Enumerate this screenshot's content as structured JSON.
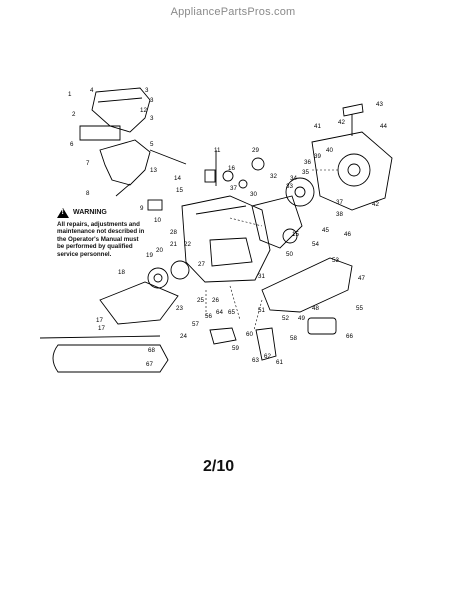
{
  "site": "AppliancePartsPros.com",
  "page_number": "2/10",
  "warning": {
    "title": "WARNING",
    "text": "All repairs, adjustments and maintenance not described in the Operator's Manual must be performed by qualified service personnel."
  },
  "callouts": [
    "1",
    "2",
    "3",
    "3",
    "3",
    "4",
    "5",
    "6",
    "7",
    "8",
    "9",
    "10",
    "11",
    "12",
    "13",
    "14",
    "15",
    "15",
    "16",
    "17",
    "17",
    "18",
    "19",
    "20",
    "21",
    "22",
    "23",
    "24",
    "25",
    "26",
    "27",
    "28",
    "29",
    "30",
    "31",
    "32",
    "33",
    "34",
    "35",
    "36",
    "37",
    "37",
    "38",
    "39",
    "40",
    "41",
    "42",
    "42",
    "43",
    "44",
    "45",
    "46",
    "47",
    "48",
    "49",
    "50",
    "51",
    "52",
    "53",
    "54",
    "55",
    "56",
    "57",
    "58",
    "59",
    "60",
    "61",
    "62",
    "63",
    "64",
    "65",
    "66",
    "67",
    "68"
  ]
}
